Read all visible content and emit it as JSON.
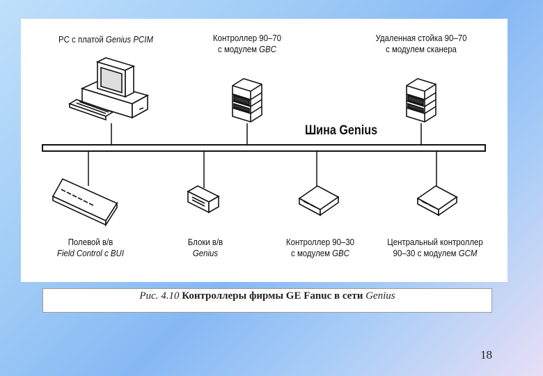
{
  "diagram": {
    "bus_label": "Шина Genius",
    "devices_top": [
      {
        "line1": "PC с платой",
        "line1_italic": " Genius PCIM",
        "line2": "",
        "line2_italic": ""
      },
      {
        "line1": "Контроллер 90–70",
        "line1_italic": "",
        "line2": "с модулем",
        "line2_italic": " GBC"
      },
      {
        "line1": "Удаленная стойка 90–70",
        "line1_italic": "",
        "line2": "с модулем сканера",
        "line2_italic": ""
      }
    ],
    "devices_bottom": [
      {
        "line1": "Полевой в/в",
        "line1_italic": "",
        "line2": "",
        "line2_italic": "Field Control с BUI"
      },
      {
        "line1": "Блоки в/в",
        "line1_italic": "",
        "line2": "",
        "line2_italic": "Genius"
      },
      {
        "line1": "Контроллер 90–30",
        "line1_italic": "",
        "line2": "с модулем",
        "line2_italic": " GBC"
      },
      {
        "line1": "Центральный контроллер",
        "line1_italic": "",
        "line2": "90–30 с модулем",
        "line2_italic": " GCM"
      }
    ]
  },
  "caption": {
    "prefix": "Рис. 4.10 ",
    "title": "Контроллеры фирмы GE Fanuc в сети ",
    "network": "Genius"
  },
  "page_number": "18"
}
